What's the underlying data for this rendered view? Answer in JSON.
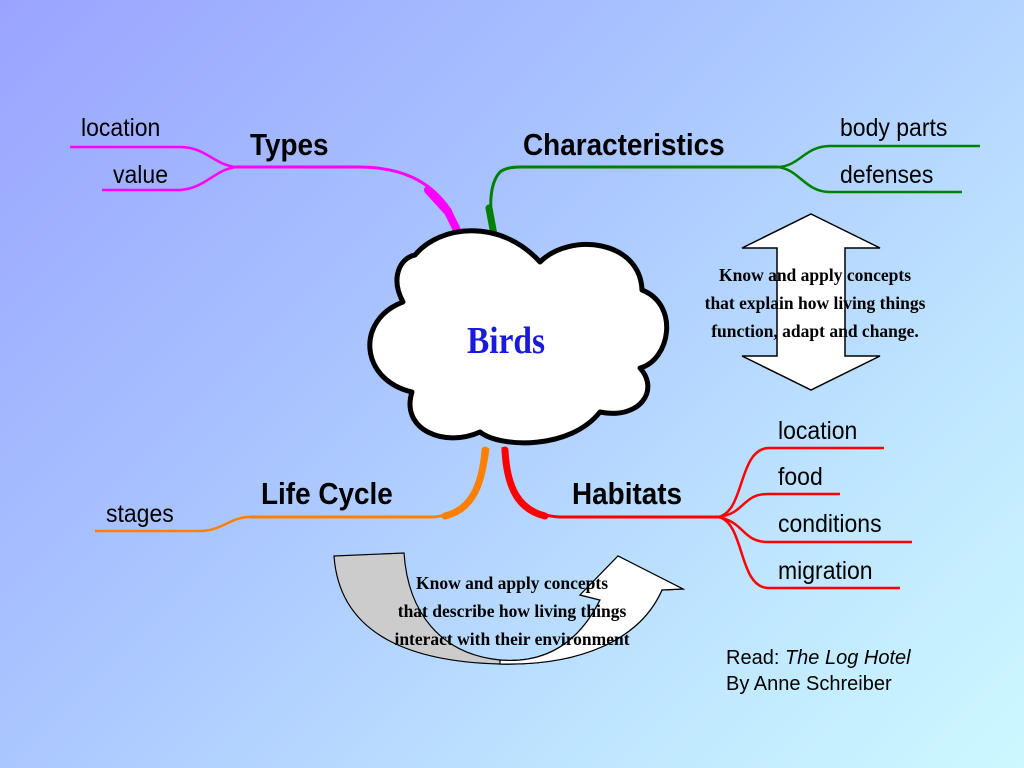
{
  "center": {
    "title": "Birds"
  },
  "branches": {
    "types": {
      "title": "Types",
      "color": "#ff00ff",
      "leaves": [
        "location",
        "value"
      ]
    },
    "characteristics": {
      "title": "Characteristics",
      "color": "#008000",
      "leaves": [
        "body parts",
        "defenses"
      ]
    },
    "life_cycle": {
      "title": "Life Cycle",
      "color": "#ff8000",
      "leaves": [
        "stages"
      ]
    },
    "habitats": {
      "title": "Habitats",
      "color": "#ff0000",
      "leaves": [
        "location",
        "food",
        "conditions",
        "migration"
      ]
    }
  },
  "notes": {
    "function": [
      "Know and apply concepts",
      "that explain how living things",
      "function, adapt and change."
    ],
    "environment": [
      "Know and apply concepts",
      "that describe how living things",
      "interact with their environment"
    ]
  },
  "reading": {
    "prefix": "Read:",
    "book_title": "The Log Hotel",
    "author_line": "By Anne Schreiber"
  }
}
